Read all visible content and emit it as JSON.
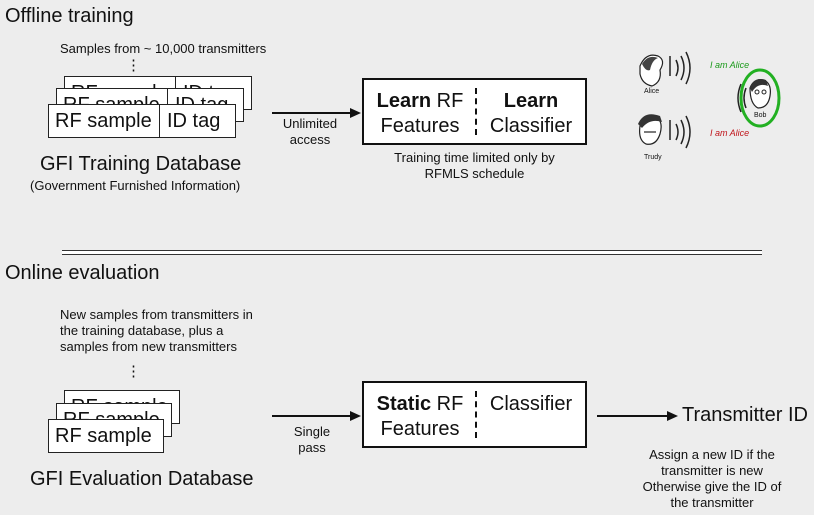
{
  "offline": {
    "title": "Offline training",
    "samples_caption": "Samples from ~ 10,000 transmitters",
    "vdots": "⋮",
    "card_rf": "RF sample",
    "card_id": "ID tag",
    "db_title": "GFI Training Database",
    "db_subtitle": "(Government Furnished Information)",
    "arrow_label_1": "Unlimited",
    "arrow_label_2": "access",
    "box_left_bold": "Learn",
    "box_left_rest": " RF",
    "box_left_line2": "Features",
    "box_right_bold": "Learn",
    "box_right_line2": "Classifier",
    "note_1": "Training time limited only by",
    "note_2": "RFMLS schedule",
    "scene": {
      "alice": "Alice",
      "trudy": "Trudy",
      "bob": "Bob",
      "msg_green": "I am Alice",
      "msg_red": "I am Alice",
      "color_green": "#1a9a1a",
      "color_red": "#c0141a"
    }
  },
  "online": {
    "title": "Online evaluation",
    "caption_1": "New samples from transmitters in",
    "caption_2": "the training database, plus a",
    "caption_3": "samples from new transmitters",
    "vdots": "⋮",
    "card_rf": "RF sample",
    "db_title": "GFI Evaluation Database",
    "arrow_label_1": "Single",
    "arrow_label_2": "pass",
    "box_left_bold": "Static",
    "box_left_rest": " RF",
    "box_left_line2": "Features",
    "box_right": "Classifier",
    "output": "Transmitter ID",
    "note_1": "Assign a new ID if the",
    "note_2": "transmitter is new",
    "note_3": "Otherwise give the ID of",
    "note_4": "the transmitter"
  }
}
